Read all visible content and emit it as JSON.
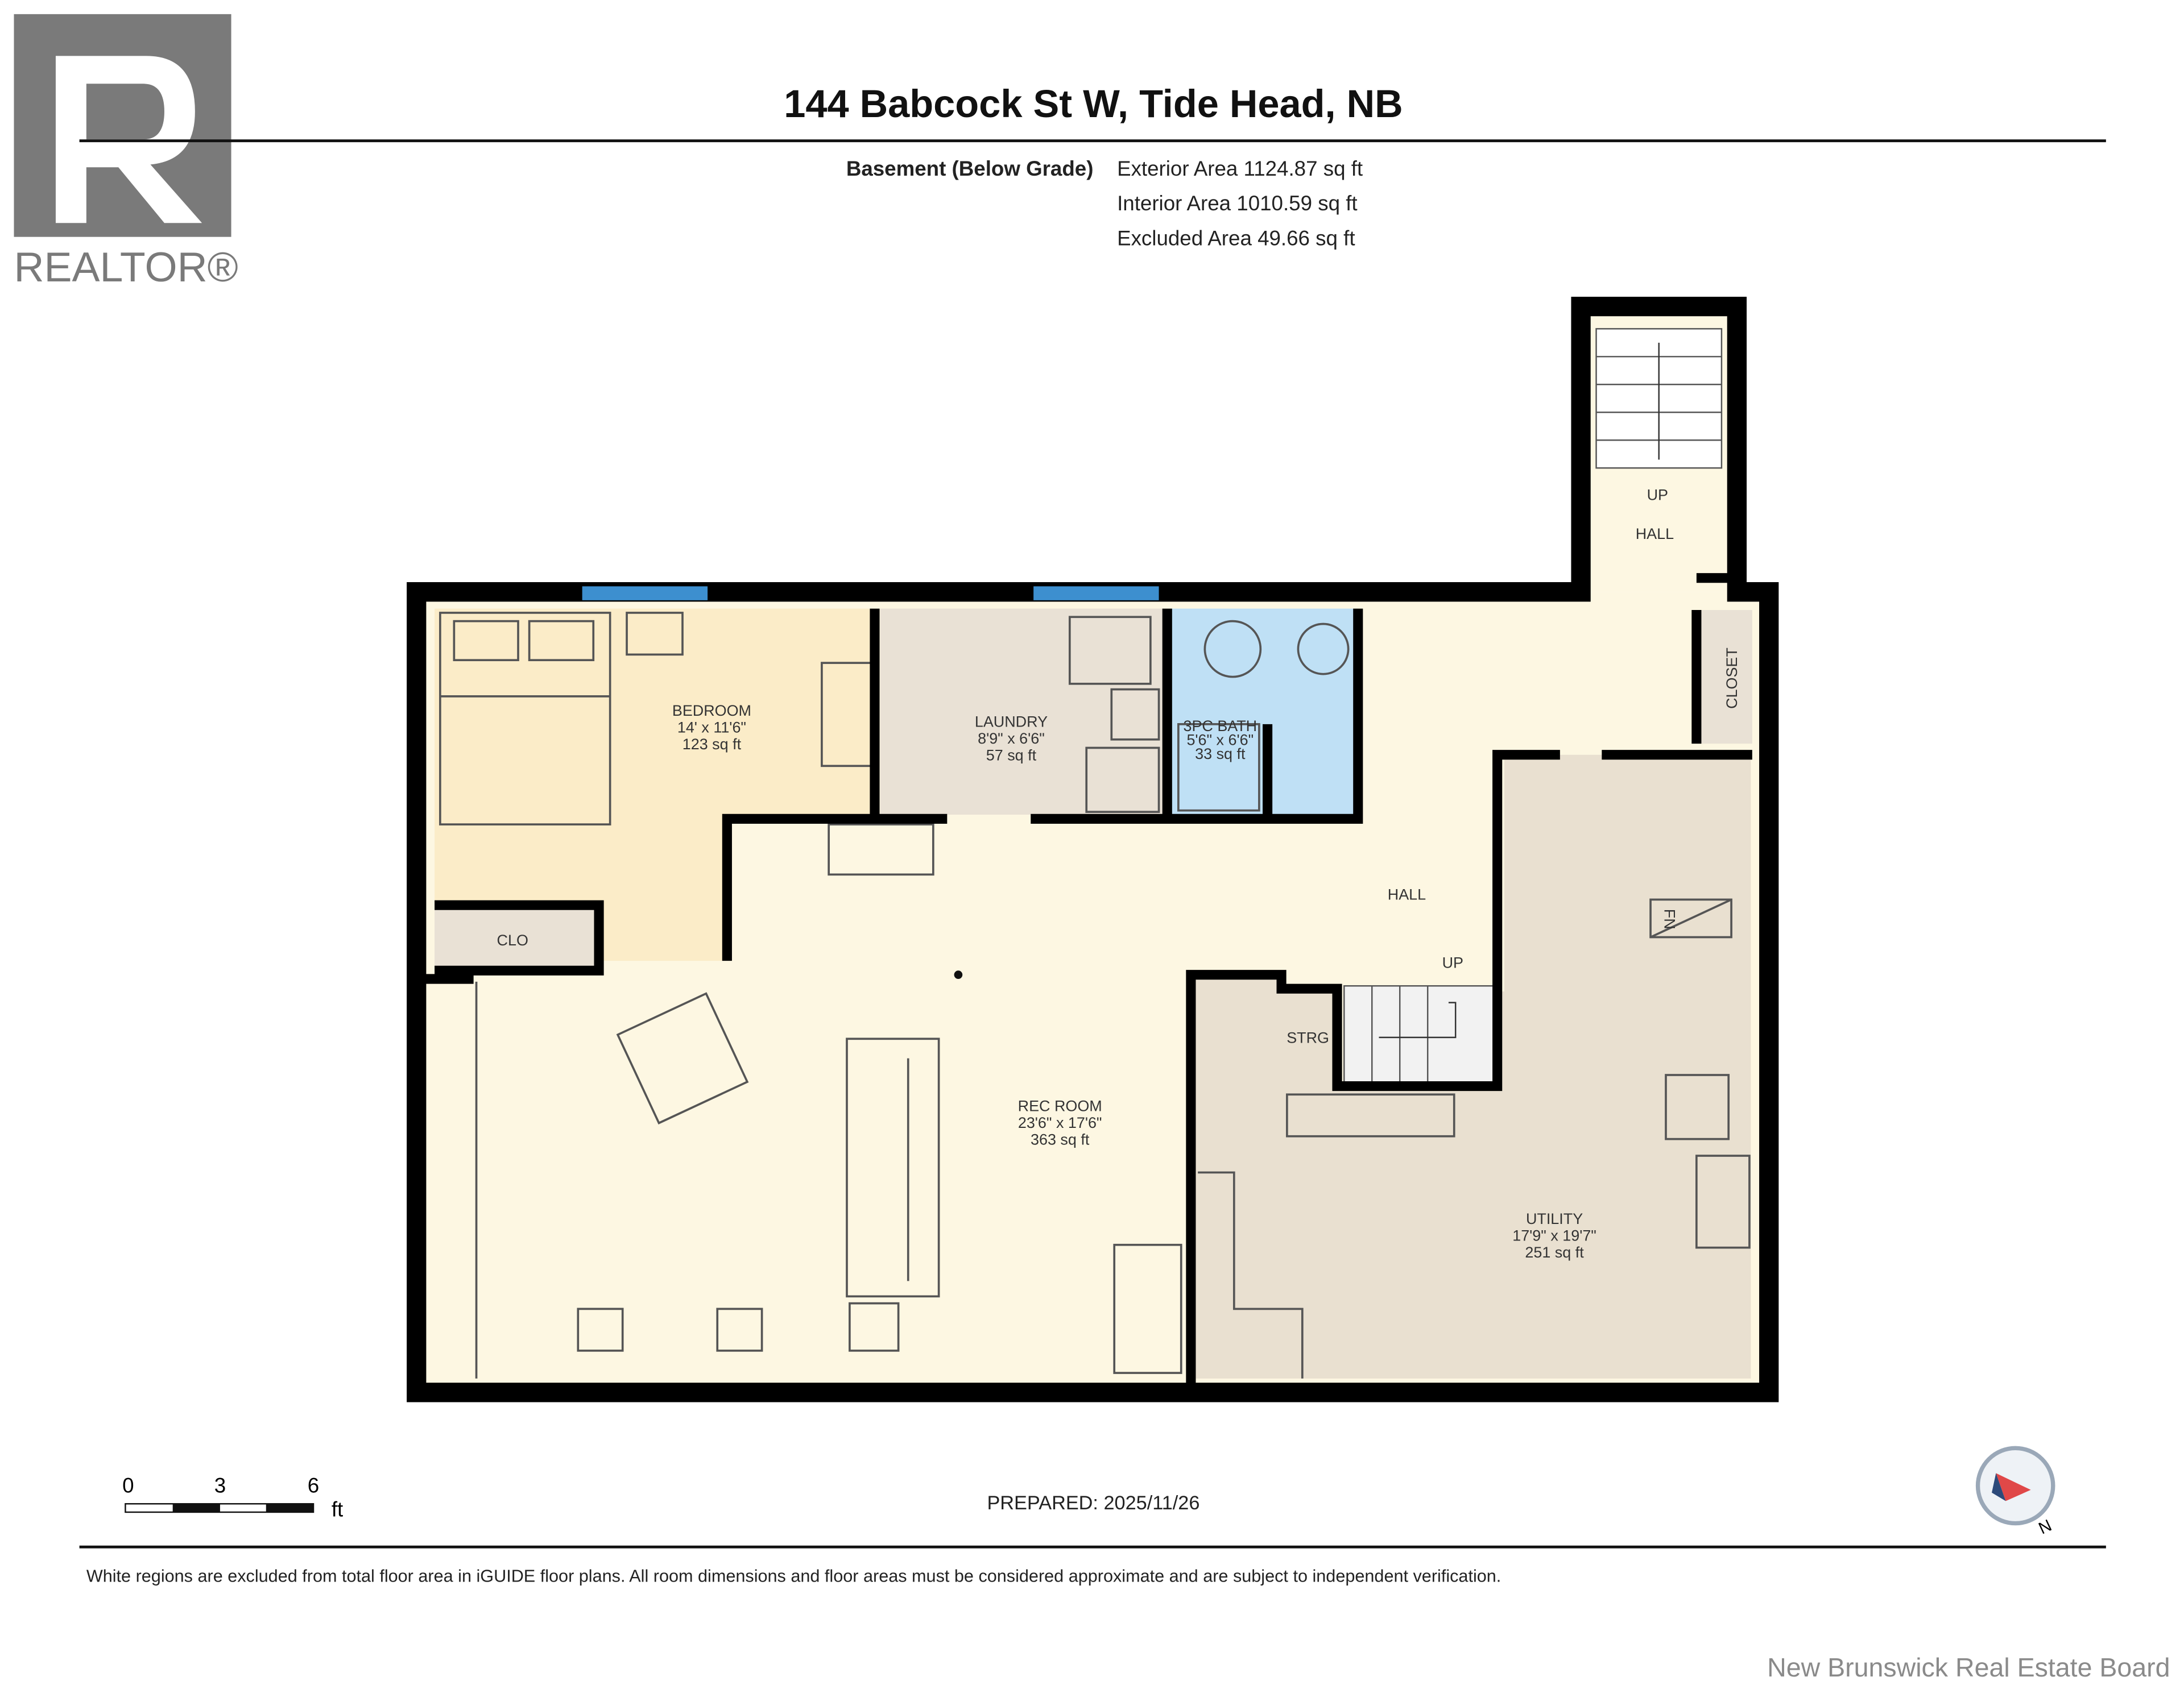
{
  "logo": {
    "wordmark": "REALTOR®"
  },
  "header": {
    "title": "144 Babcock St W, Tide Head, NB"
  },
  "areas": {
    "floor_label": "Basement (Below Grade)",
    "exterior": "Exterior Area 1124.87 sq ft",
    "interior": "Interior Area 1010.59 sq ft",
    "excluded": "Excluded Area 49.66 sq ft"
  },
  "rooms": {
    "bedroom": {
      "name": "BEDROOM",
      "dims": "14' x 11'6\"",
      "area": "123 sq ft"
    },
    "laundry": {
      "name": "LAUNDRY",
      "dims": "8'9\" x 6'6\"",
      "area": "57 sq ft"
    },
    "bath": {
      "name": "3PC BATH",
      "dims": "5'6\" x 6'6\"",
      "area": "33 sq ft"
    },
    "rec": {
      "name": "REC ROOM",
      "dims": "23'6\" x 17'6\"",
      "area": "363 sq ft"
    },
    "utility": {
      "name": "UTILITY",
      "dims": "17'9\" x 19'7\"",
      "area": "251 sq ft"
    },
    "hall": "HALL",
    "hall_upper": "HALL",
    "up_upper": "UP",
    "up_lower": "UP",
    "closet": "CLOSET",
    "clo": "CLO",
    "strg": "STRG",
    "fn": "FN"
  },
  "colors": {
    "bedroom": "#fbecc8",
    "laundry": "#e9e1d5",
    "bath": "#bfe0f5",
    "hall": "#fdf7e2",
    "utility": "#e9e0d0",
    "window": "#3d8fcf"
  },
  "scale": {
    "ticks": [
      "0",
      "3",
      "6"
    ],
    "unit": "ft"
  },
  "prepared": "PREPARED: 2025/11/26",
  "compass": {
    "label": "N"
  },
  "disclaimer": "White regions are excluded from total floor area in iGUIDE floor plans. All room dimensions and floor areas must be considered approximate and are subject to independent verification.",
  "watermark": "New Brunswick Real Estate Board"
}
